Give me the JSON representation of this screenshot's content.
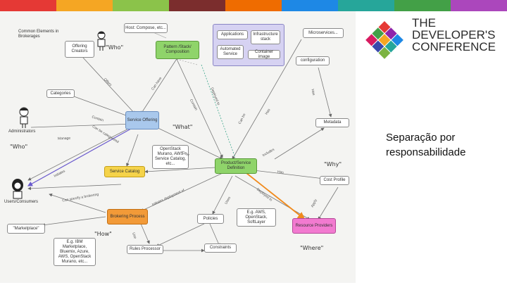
{
  "topbar_colors": [
    "#e53935",
    "#f5a623",
    "#8bc34a",
    "#7b2d2d",
    "#ef6c00",
    "#1e88e5",
    "#26a69a",
    "#43a047",
    "#ab47bc"
  ],
  "diagram": {
    "nodes": {
      "common_elements": "Common Elements in Brokerages",
      "offering_creators": "Offering Creators",
      "who1": "\"Who\"",
      "host_compose": "Host: Compose, etc...",
      "pattern_stack": "Pattern /Stack/ Composition",
      "applications": "Applications",
      "infrastructure_stack": "Infrastructure stack",
      "automated_service": "Automated Service",
      "container_image": "Container image",
      "microservices": "Microservices...",
      "configuration": "configuration",
      "categories": "Categories",
      "administrators": "Administrators",
      "who2": "\"Who\"",
      "service_offering": "Service Offering",
      "what": "\"What\"",
      "metadata": "Metadata",
      "openstack_murano": "OpenStack Murano, AWS Service Catalog, etc...",
      "service_catalog": "Service Catalog",
      "product_definition": "Product/Service Definition",
      "why": "\"Why\"",
      "users_consumers": "Users/Consumers",
      "cost_profile": "Cost Profile",
      "marketplace": "\"Marketplace\"",
      "brokering_process": "Brokering Process",
      "policies": "Policies",
      "eg_aws": "E.g. AWS, OpenStack, SoftLayer",
      "resource_providers": "Resource Providers",
      "how": "\"How\"",
      "eg_ibm": "E.g. IBM Marketplace, Bluemix, Azure, AWS, OpenStack Murano, etc...",
      "rules_processor": "Rules Processor",
      "constraints": "Constraints",
      "where": "\"Where\""
    },
    "edge_labels": {
      "offers": "Offers",
      "can_have": "Can have",
      "contain": "Contain",
      "manage": "Manage",
      "can_be_categorized": "Can be categorized",
      "initiates": "Initiates",
      "includes": "Includes",
      "use": "Use",
      "can_be": "Can be",
      "has": "Has",
      "offer": "Offer",
      "deployed_to": "Deployed to",
      "has2": "Has",
      "apply": "Apply",
      "deployment_of": "Initiates deployment of",
      "uses": "Uses",
      "can_specify": "Can specify a brokering"
    }
  },
  "logo": {
    "line1": "THE",
    "line2": "DEVELOPER'S",
    "line3": "CONFERENCE",
    "colors": [
      "#e53935",
      "#8e24aa",
      "#1e88e5",
      "#43a047",
      "#f5a623",
      "#26a69a",
      "#d81b60",
      "#3949ab",
      "#7cb342"
    ]
  },
  "caption": {
    "line1": "Separação por",
    "line2": "responsabilidade"
  }
}
